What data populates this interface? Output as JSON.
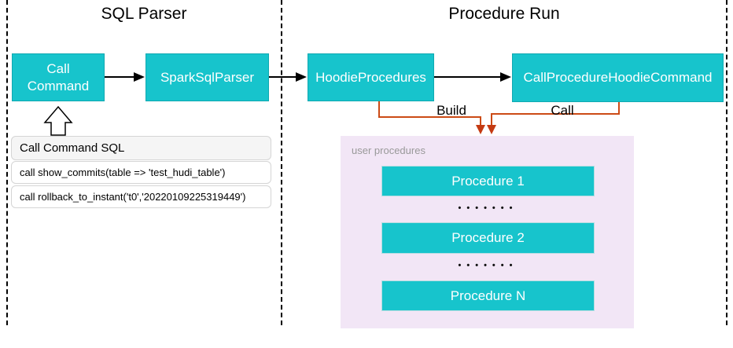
{
  "sections": [
    {
      "title": "SQL Parser"
    },
    {
      "title": "Procedure Run"
    }
  ],
  "nodes": {
    "call_command": "Call Command",
    "spark_sql_parser": "SparkSqlParser",
    "hoodie_procedures": "HoodieProcedures",
    "call_procedure_hoodie_command": "CallProcedureHoodieCommand"
  },
  "edges": {
    "build_label": "Build",
    "call_label": "Call"
  },
  "sql_panel": {
    "header": "Call Command SQL",
    "rows": [
      "call show_commits(table => 'test_hudi_table')",
      "call rollback_to_instant('t0','20220109225319449')"
    ]
  },
  "user_procedures": {
    "label": "user procedures",
    "items": [
      "Procedure 1",
      "Procedure 2",
      "Procedure N"
    ],
    "ellipsis": "•••••••"
  },
  "colors": {
    "node_fill": "#17c4cc",
    "node_border": "#10a9b1",
    "procedure_bar_border": "#b5dde1",
    "container_fill": "#f2e6f6",
    "connector_orange": "#cc4b16",
    "connector_arrowhead": "#c43a12",
    "flow_arrow_black": "#000000",
    "panel_header_bg": "#f5f5f5",
    "panel_border": "#d5d5d5",
    "container_label_gray": "#999999"
  }
}
